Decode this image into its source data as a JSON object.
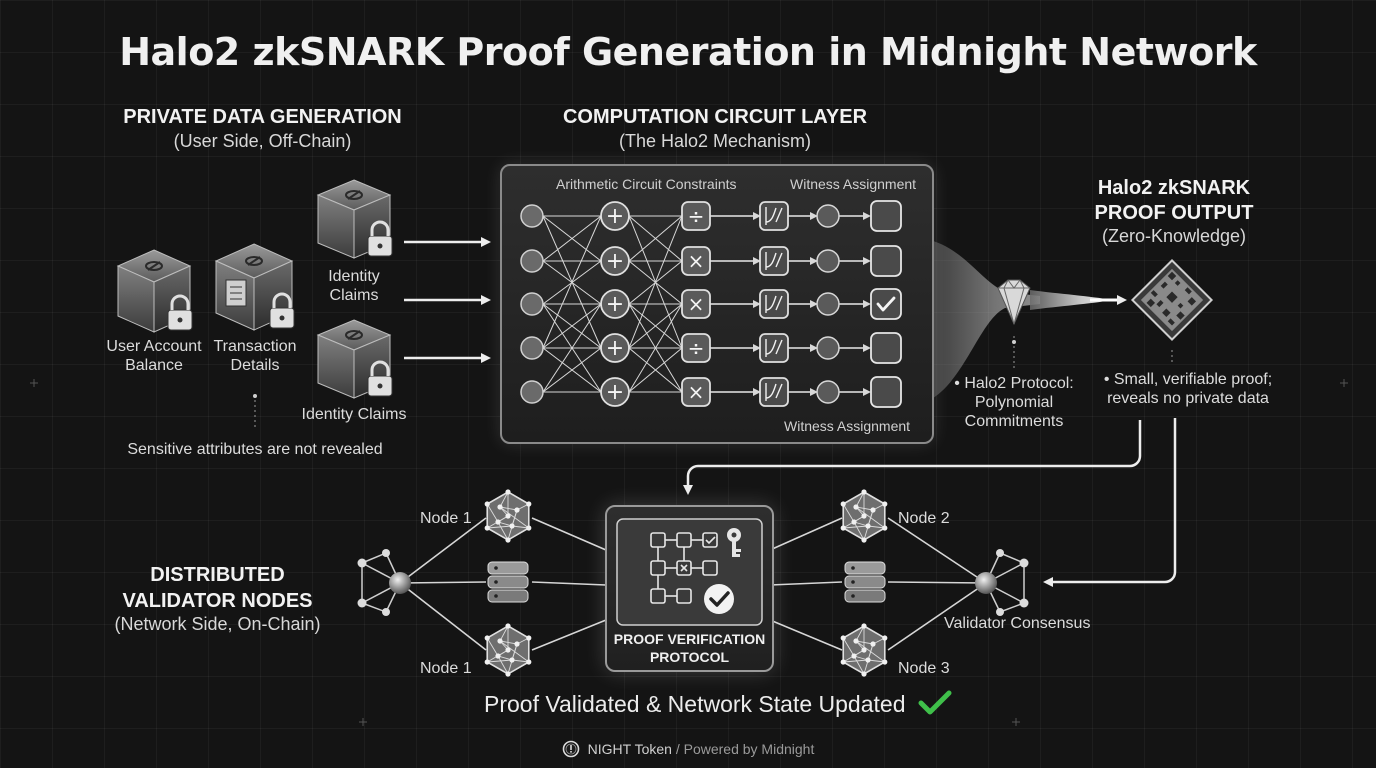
{
  "title": "Halo2 zkSNARK Proof Generation in Midnight Network",
  "private_section": {
    "heading": "PRIVATE DATA GENERATION",
    "subheading": "(User Side, Off-Chain)",
    "items": [
      {
        "line1": "User Account",
        "line2": "Balance"
      },
      {
        "line1": "Transaction",
        "line2": "Details"
      },
      {
        "line1": "Identity",
        "line2": "Claims"
      },
      {
        "line1": "Identity Claims",
        "line2": ""
      }
    ],
    "note": "Sensitive attributes are not revealed"
  },
  "circuit_section": {
    "heading": "COMPUTATION CIRCUIT LAYER",
    "subheading": "(The Halo2 Mechanism)",
    "constraints_label": "Arithmetic Circuit Constraints",
    "witness_top_label": "Witness Assignment",
    "witness_bottom_label": "Witness Assignment",
    "ops_col1": [
      "+",
      "+",
      "+",
      "+",
      "+"
    ],
    "ops_col2": [
      "÷",
      "×",
      "×",
      "÷",
      "×"
    ],
    "outputs_checked": [
      false,
      false,
      true,
      false,
      false
    ]
  },
  "proof_section": {
    "heading_line1": "Halo2 zkSNARK",
    "heading_line2": "PROOF OUTPUT",
    "subheading": "(Zero-Knowledge)",
    "protocol_note": [
      "Halo2 Protocol:",
      "Polynomial",
      "Commitments"
    ],
    "proof_note": [
      "Small, verifiable proof;",
      "reveals no private data"
    ]
  },
  "validator_section": {
    "heading_line1": "DISTRIBUTED",
    "heading_line2": "VALIDATOR NODES",
    "subheading": "(Network Side, On-Chain)",
    "nodes": {
      "top_left": "Node 1",
      "bottom_left": "Node 1",
      "top_right": "Node 2",
      "bottom_right": "Node 3"
    },
    "consensus_label": "Validator Consensus",
    "verification_line1": "PROOF VERIFICATION",
    "verification_line2": "PROTOCOL",
    "result": "Proof Validated & Network State Updated",
    "result_color": "#3fbf4a"
  },
  "footer": {
    "brand": "NIGHT Token",
    "separator": " / ",
    "powered": "Powered by Midnight"
  }
}
